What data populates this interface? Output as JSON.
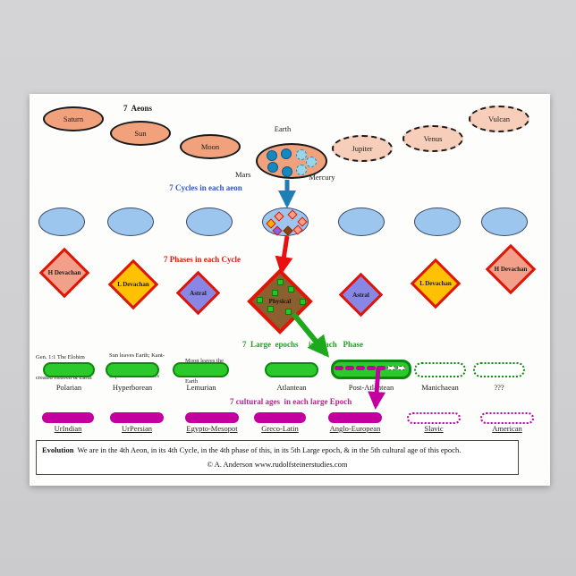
{
  "poster": {
    "aeons": {
      "title": "7  Aeons",
      "items": [
        {
          "label": "Saturn"
        },
        {
          "label": "Sun"
        },
        {
          "label": "Moon"
        },
        {
          "label": "Earth"
        },
        {
          "label": "Jupiter"
        },
        {
          "label": "Venus"
        },
        {
          "label": "Vulcan"
        }
      ],
      "mars": "Mars",
      "mercury": "Mercury"
    },
    "cycles": {
      "title": "7 Cycles in each aeon"
    },
    "phases": {
      "title": "7 Phases in each Cycle",
      "items": [
        {
          "label": "H Devachan"
        },
        {
          "label": "L Devachan"
        },
        {
          "label": "Astral"
        },
        {
          "label": "Physical"
        },
        {
          "label": "Astral"
        },
        {
          "label": "L Devachan"
        },
        {
          "label": "H Devachan"
        }
      ]
    },
    "epochs": {
      "title_left": "7  Large  epochs",
      "title_right": "in   each   Phase",
      "annotations": [
        {
          "line1": "Gen. 1:1 The Elohim",
          "line2": "created Heaven & Earth"
        },
        {
          "line1": "Sun leaves Earth; Kant-",
          "line2": "Laplace nebula arises"
        },
        {
          "line1": "Moon leaves the",
          "line2": "Earth"
        }
      ],
      "items": [
        {
          "label": "Polarian"
        },
        {
          "label": "Hyperborean"
        },
        {
          "label": "Lemurian"
        },
        {
          "label": "Atlantean"
        },
        {
          "label": "Post-Atlantean"
        },
        {
          "label": "Manichaean"
        },
        {
          "label": "???"
        }
      ]
    },
    "ages": {
      "title": "7 cultural ages  in each large Epoch",
      "items": [
        {
          "label": "UrIndian"
        },
        {
          "label": "UrPersian"
        },
        {
          "label": "Egypto-Mesopot"
        },
        {
          "label": "Greco-Latin"
        },
        {
          "label": "Anglo-European"
        },
        {
          "label": "Slavic"
        },
        {
          "label": "American"
        }
      ]
    },
    "footer": {
      "heading": "Evolution",
      "body": "  We are in the 4th Aeon, in its 4th Cycle, in the 4th phase of this, in its 5th Large epoch, & in the 5th cultural age of this epoch.",
      "credit": "© A. Anderson www.rudolfsteinerstudies.com"
    }
  },
  "colors": {
    "aeon_past": "#F1A27D",
    "aeon_future": "#F7CEB9",
    "cycle_blue": "#9CC6ED",
    "devachan_h": "#F2A08A",
    "devachan_l": "#FFC103",
    "astral": "#8987E6",
    "physical_brown": "#8C5F30",
    "phase_border_red": "#DE1507",
    "epoch_green": "#2CC92C",
    "age_magenta": "#C3009F",
    "title_blue": "#2E58C8",
    "title_red": "#E8150B",
    "title_green": "#1EA31E",
    "title_magenta": "#BF1F8F",
    "arrow_blue": "#1F7FB4"
  }
}
